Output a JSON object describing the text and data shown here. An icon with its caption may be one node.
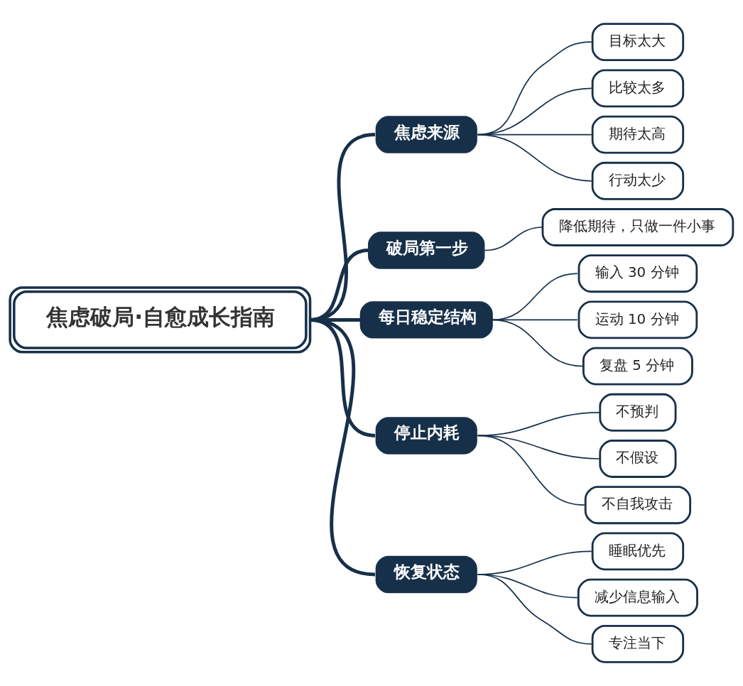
{
  "diagram": {
    "nodes": [
      {
        "text": [
          "焦虑破局·自愈成长指南"
        ]
      },
      {
        "text": [
          "焦虑来源"
        ]
      },
      {
        "text": [
          "目标太大"
        ]
      },
      {
        "text": [
          "比较太多"
        ]
      },
      {
        "text": [
          "期待太高"
        ]
      },
      {
        "text": [
          "行动太少"
        ]
      },
      {
        "text": [
          "破局第一步"
        ]
      },
      {
        "text": [
          "降低期待，只做一件小事"
        ]
      },
      {
        "text": [
          "每日稳定结构"
        ]
      },
      {
        "text": [
          "输入 30 分钟"
        ]
      },
      {
        "text": [
          "运动 10 分钟"
        ]
      },
      {
        "text": [
          "复盘 5 分钟"
        ]
      },
      {
        "text": [
          "停止内耗"
        ]
      },
      {
        "text": [
          "不预判"
        ]
      },
      {
        "text": [
          "不假设"
        ]
      },
      {
        "text": [
          "不自我攻击"
        ]
      },
      {
        "text": [
          "恢复状态"
        ]
      },
      {
        "text": [
          "睡眠优先"
        ]
      },
      {
        "text": [
          "减少信息输入"
        ]
      },
      {
        "text": [
          "专注当下"
        ]
      }
    ],
    "edges": [
      {
        "from": 0,
        "to": 1,
        "arrow": "none",
        "style": "thick"
      },
      {
        "from": 1,
        "to": 2,
        "arrow": "none"
      },
      {
        "from": 1,
        "to": 3,
        "arrow": "none"
      },
      {
        "from": 1,
        "to": 4,
        "arrow": "none"
      },
      {
        "from": 1,
        "to": 5,
        "arrow": "none"
      },
      {
        "from": 0,
        "to": 6,
        "arrow": "none",
        "style": "thick"
      },
      {
        "from": 6,
        "to": 7,
        "arrow": "none"
      },
      {
        "from": 0,
        "to": 8,
        "arrow": "none",
        "style": "thick"
      },
      {
        "from": 8,
        "to": 9,
        "arrow": "none"
      },
      {
        "from": 8,
        "to": 10,
        "arrow": "none"
      },
      {
        "from": 8,
        "to": 11,
        "arrow": "none"
      },
      {
        "from": 0,
        "to": 12,
        "arrow": "none",
        "style": "thick"
      },
      {
        "from": 12,
        "to": 13,
        "arrow": "none"
      },
      {
        "from": 12,
        "to": 14,
        "arrow": "none"
      },
      {
        "from": 12,
        "to": 15,
        "arrow": "none"
      },
      {
        "from": 0,
        "to": 16,
        "arrow": "none",
        "style": "thick"
      },
      {
        "from": 16,
        "to": 17,
        "arrow": "none"
      },
      {
        "from": 16,
        "to": 18,
        "arrow": "none"
      },
      {
        "from": 16,
        "to": 19,
        "arrow": "none"
      }
    ]
  }
}
